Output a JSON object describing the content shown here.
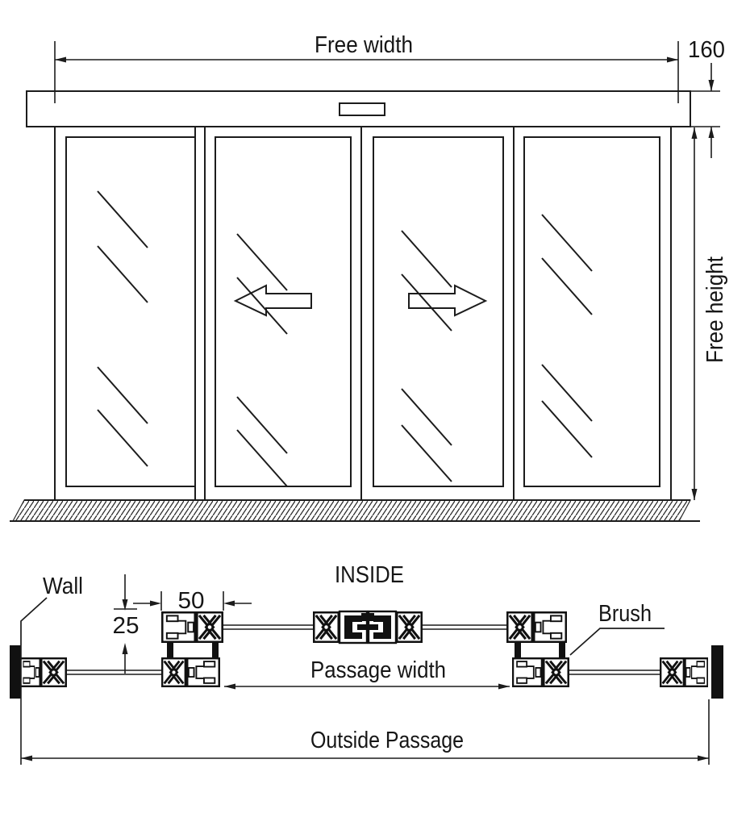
{
  "elevation": {
    "free_width_label": "Free width",
    "header_height_label": "160",
    "free_height_label": "Free height"
  },
  "plan": {
    "inside_label": "INSIDE",
    "wall_label": "Wall",
    "profile_width_label": "50",
    "track_offset_label": "25",
    "brush_label": "Brush",
    "passage_width_label": "Passage width",
    "outside_passage_label": "Outside Passage"
  },
  "colors": {
    "line": "#1c1c1c",
    "background": "#ffffff"
  }
}
